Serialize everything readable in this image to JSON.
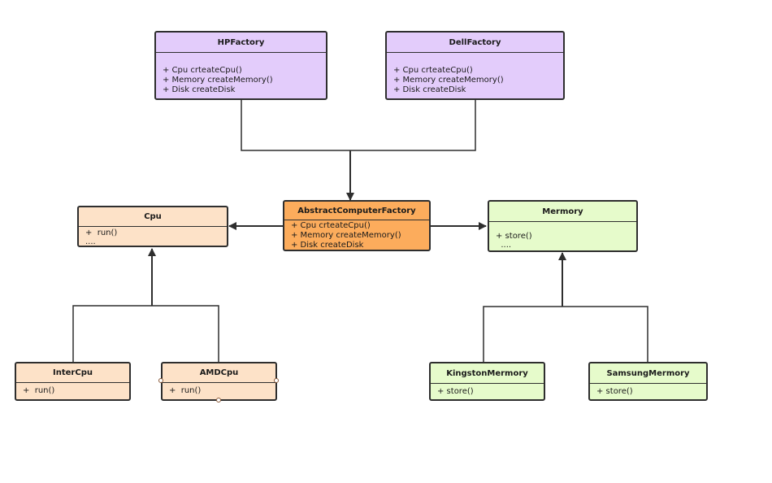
{
  "classes": {
    "hp": {
      "name": "HPFactory",
      "ops": [
        "+ Cpu crteateCpu()",
        "+ Memory createMemory()",
        "+ Disk createDisk"
      ]
    },
    "dell": {
      "name": "DellFactory",
      "ops": [
        "+ Cpu crteateCpu()",
        "+ Memory createMemory()",
        "+ Disk createDisk"
      ]
    },
    "abstract": {
      "name": "AbstractComputerFactory",
      "ops": [
        "+ Cpu crteateCpu()",
        "+ Memory createMemory()",
        "+ Disk createDisk"
      ]
    },
    "cpu": {
      "name": "Cpu",
      "ops": [
        "+  run()",
        "...."
      ]
    },
    "memory": {
      "name": "Mermory",
      "ops": [
        "+ store()",
        "  ...."
      ]
    },
    "intercpu": {
      "name": "InterCpu",
      "ops": [
        "+  run()"
      ]
    },
    "amdcpu": {
      "name": "AMDCpu",
      "ops": [
        "+  run()"
      ]
    },
    "kingston": {
      "name": "KingstonMermory",
      "ops": [
        "+ store()"
      ]
    },
    "samsung": {
      "name": "SamsungMermory",
      "ops": [
        "+ store()"
      ]
    }
  },
  "colors": {
    "factory": "#e3ccfb",
    "abstract": "#fcac5c",
    "cpu": "#fde2c8",
    "memory": "#e6fbcb",
    "border": "#2e2e2e"
  }
}
